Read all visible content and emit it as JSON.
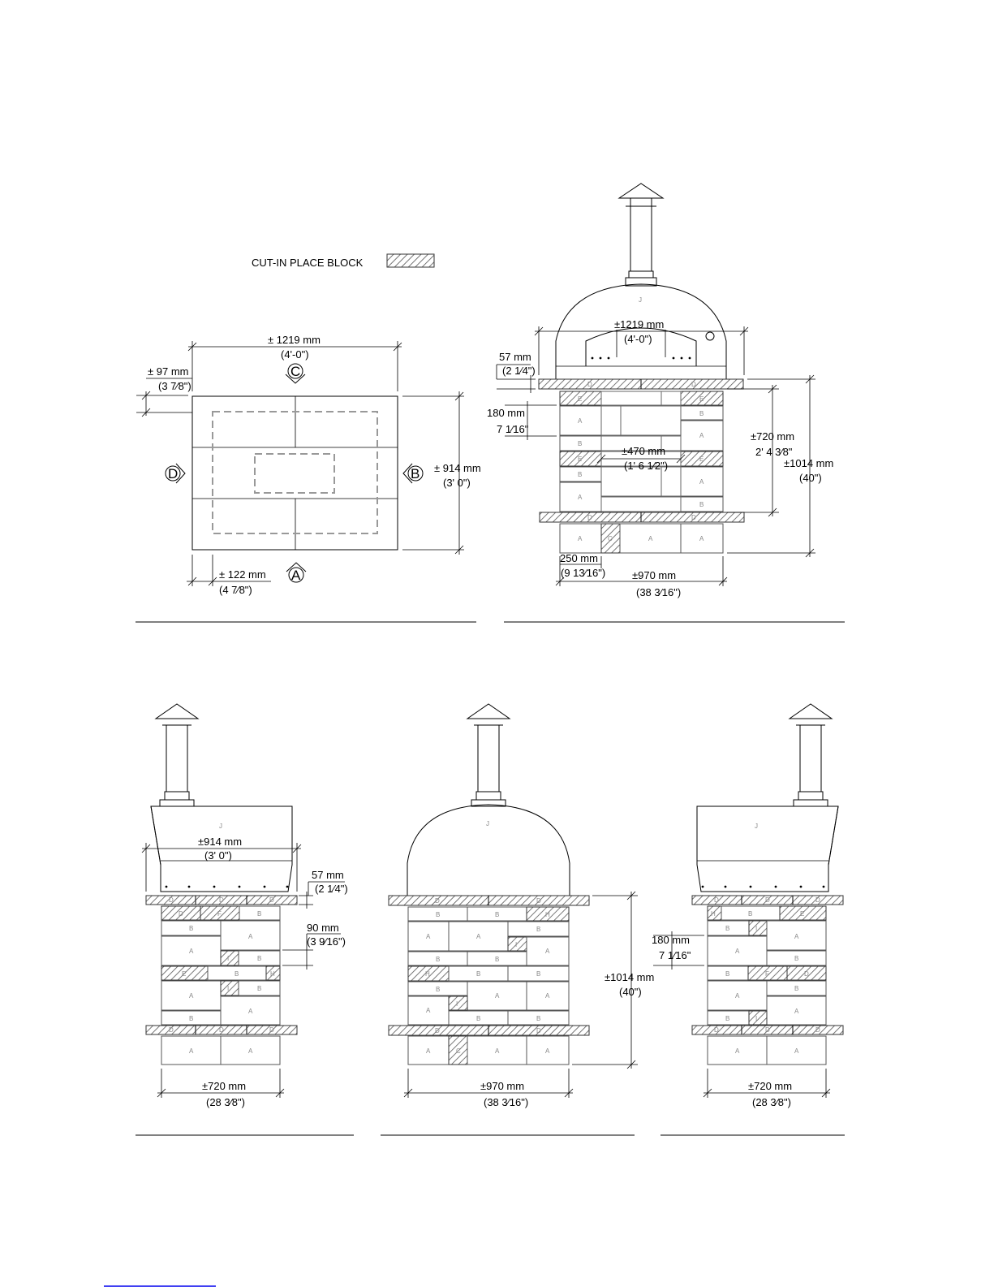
{
  "legend": {
    "label": "CUT-IN PLACE BLOCK"
  },
  "plan": {
    "width_mm": "± 1219 mm",
    "width_in": "(4'-0\")",
    "depth_mm": "± 914 mm",
    "depth_in": "(3' 0\")",
    "left_offset_mm": "± 97 mm",
    "left_offset_in": "(3 7⁄8\")",
    "bottom_offset_mm": "± 122 mm",
    "bottom_offset_in": "(4 7⁄8\")",
    "markers": [
      "A",
      "B",
      "C",
      "D"
    ]
  },
  "front": {
    "dome_width_mm": "±1219 mm",
    "dome_width_in": "(4'-0\")",
    "slab_mm": "57 mm",
    "slab_in": "(2 1⁄4\")",
    "course_mm": "180 mm",
    "course_in": "7 1⁄16\"",
    "opening_mm": "±470 mm",
    "opening_in": "(1' 6 1⁄2\")",
    "stand_mm": "±720 mm",
    "stand_in": "2' 4 3⁄8\"",
    "total_mm": "±1014 mm",
    "total_in": "(40\")",
    "block_mm": "250 mm",
    "block_in": "(9 13⁄16\")",
    "base_mm": "±970 mm",
    "base_in": "(38 3⁄16\")"
  },
  "side_left": {
    "depth_mm": "±914 mm",
    "depth_in": "(3' 0\")",
    "slab_mm": "57 mm",
    "slab_in": "(2 1⁄4\")",
    "block_mm": "90 mm",
    "block_in": "(3 9⁄16\")",
    "base_mm": "±720 mm",
    "base_in": "(28 3⁄8\")"
  },
  "back": {
    "total_mm": "±1014 mm",
    "total_in": "(40\")",
    "base_mm": "±970 mm",
    "base_in": "(38 3⁄16\")"
  },
  "side_right": {
    "course_mm": "180 mm",
    "course_in": "7 1⁄16\"",
    "base_mm": "±720 mm",
    "base_in": "(28 3⁄8\")"
  },
  "block_tags": [
    "A",
    "B",
    "C",
    "D",
    "E",
    "F",
    "H",
    "I",
    "J"
  ],
  "colors": {
    "line": "#000000",
    "hatch": "#555555",
    "hidden": "#999999",
    "link": "#0000ee"
  }
}
